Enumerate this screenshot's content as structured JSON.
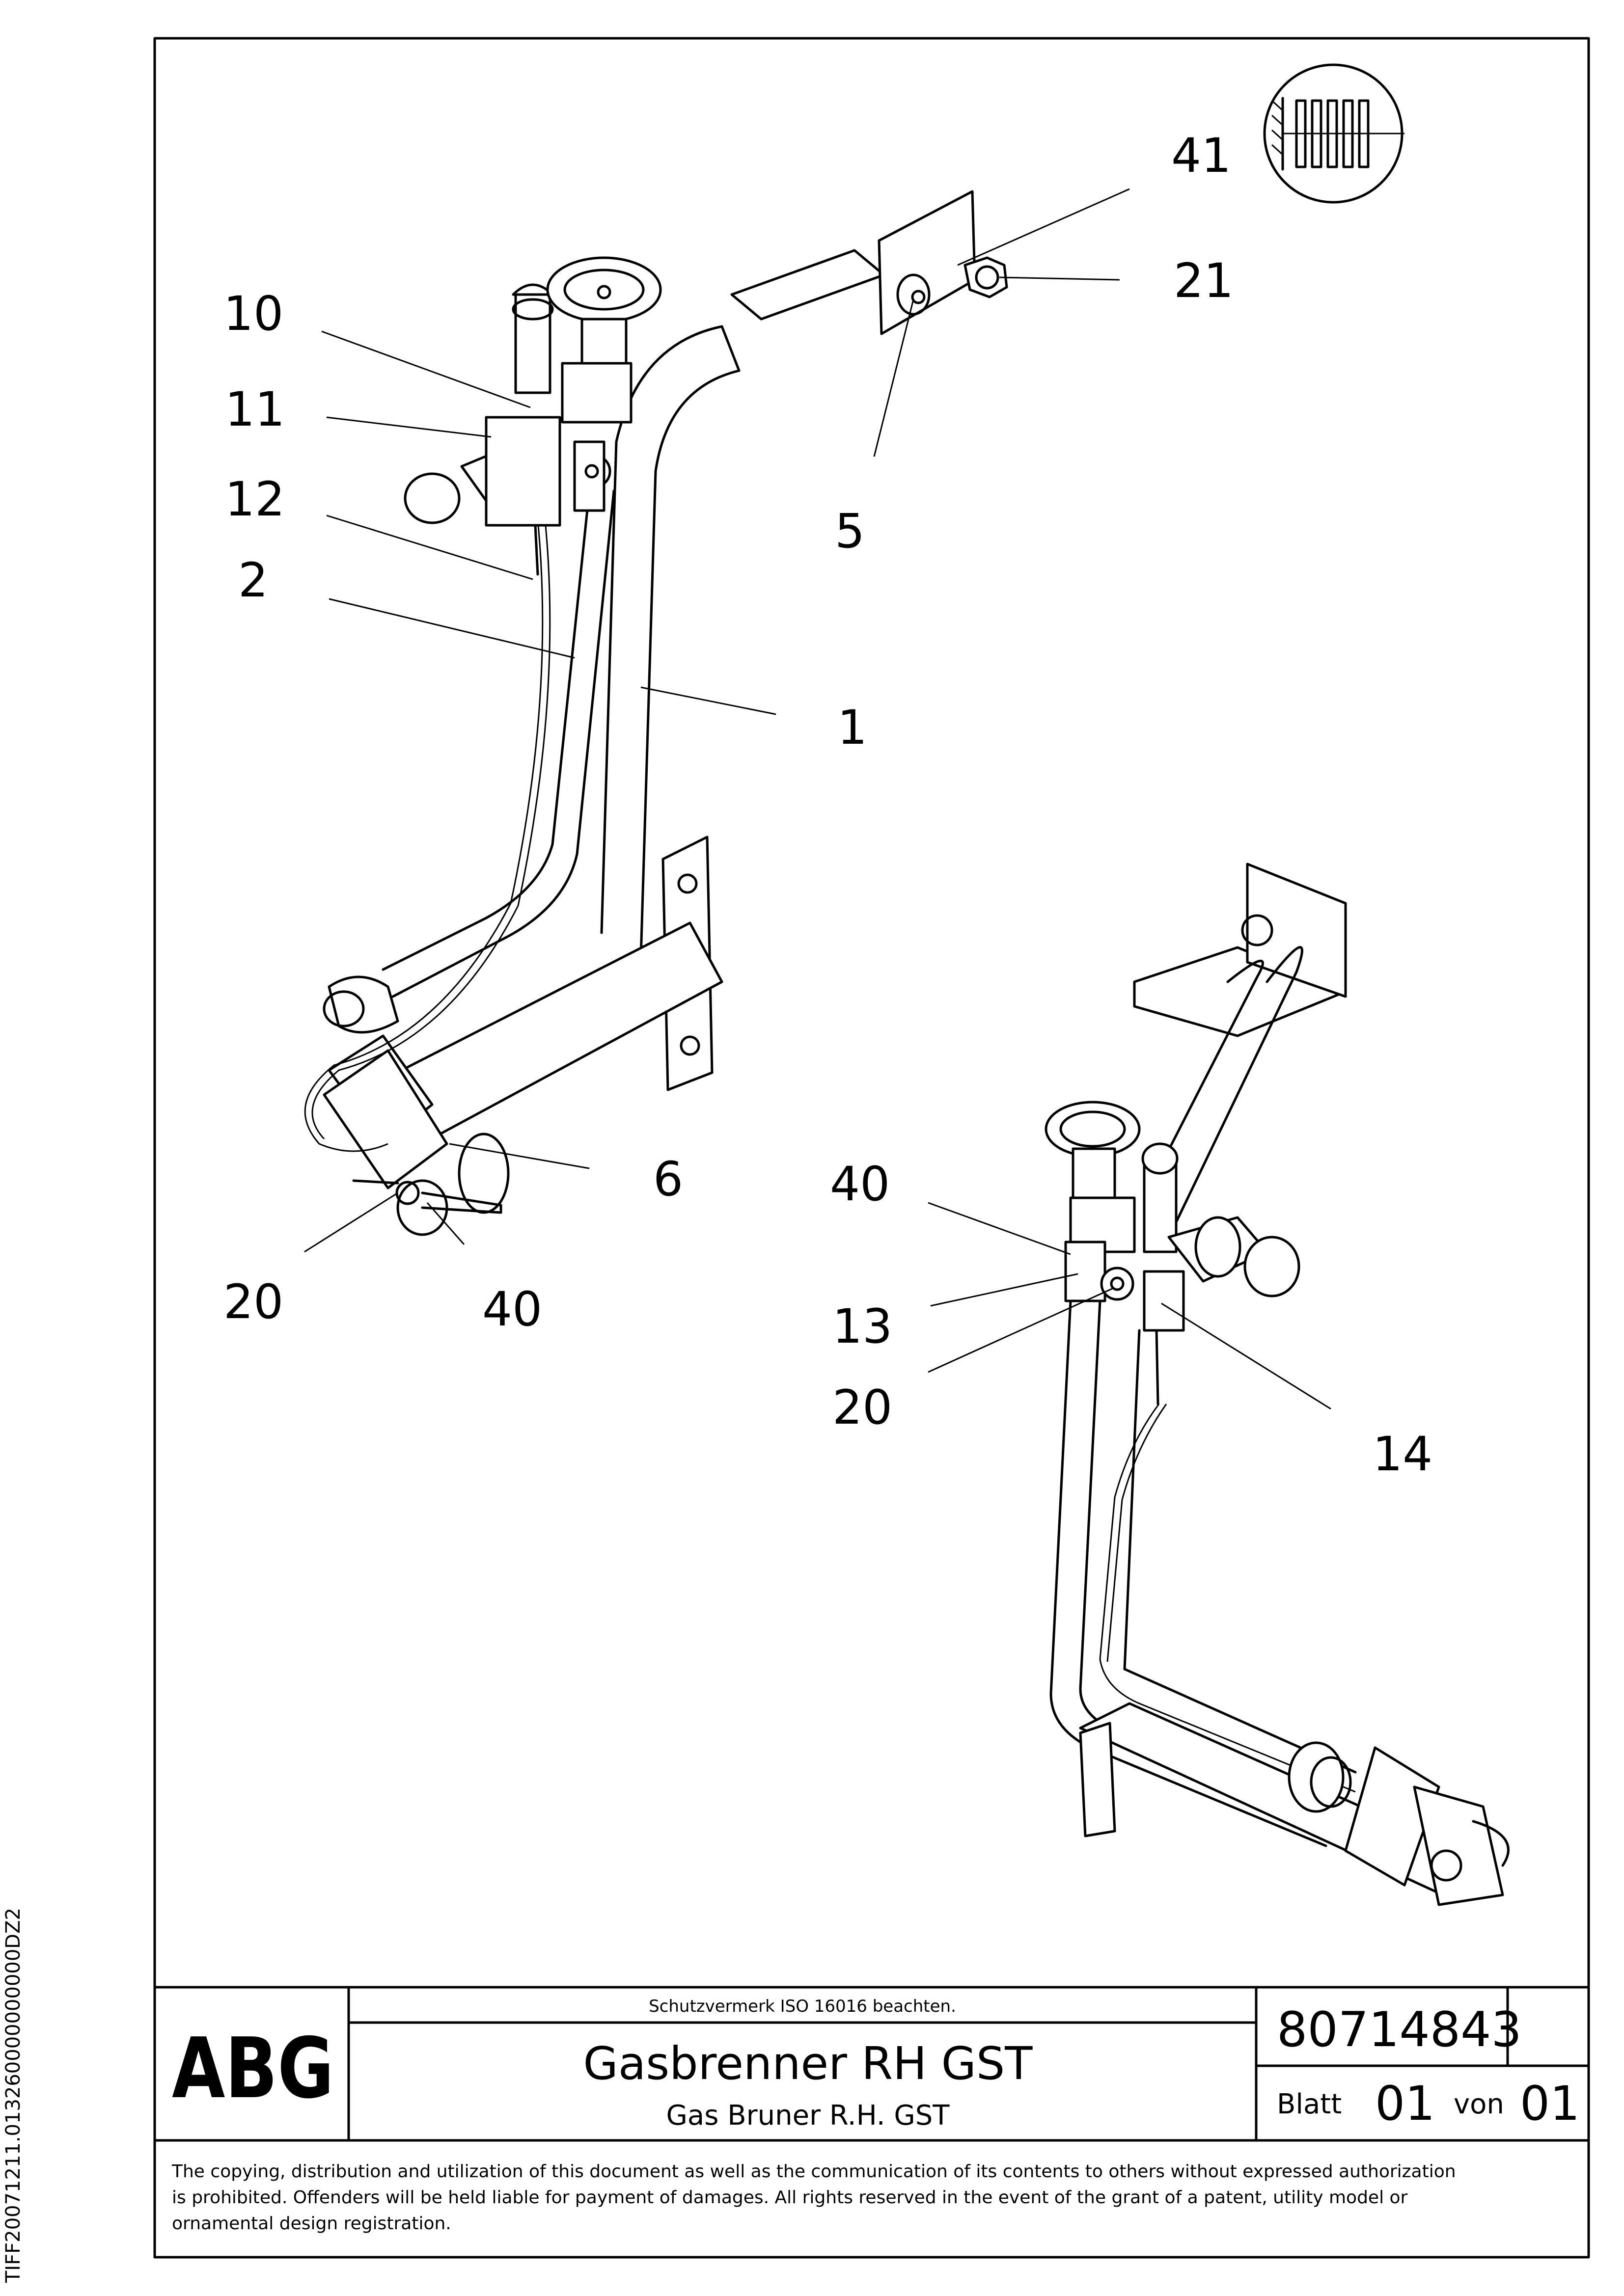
{
  "side_code": "TIFF20071211.013260000000000DZ2",
  "callouts": {
    "c1": "1",
    "c2": "2",
    "c5": "5",
    "c6": "6",
    "c10": "10",
    "c11": "11",
    "c12": "12",
    "c13": "13",
    "c14": "14",
    "c20a": "20",
    "c20b": "20",
    "c21": "21",
    "c40a": "40",
    "c40b": "40",
    "c41": "41"
  },
  "title_block": {
    "logo": "ABG",
    "protection_note": "Schutzvermerk ISO 16016 beachten.",
    "title": "Gasbrenner RH GST",
    "subtitle": "Gas Bruner R.H. GST",
    "drawing_number": "80714843",
    "sheet_label": "Blatt",
    "sheet_number": "01",
    "of_label": "von",
    "sheet_total": "01"
  },
  "copyright": {
    "line1": "The copying, distribution and utilization of this document as well as the communication of its contents to others without expressed authorization",
    "line2": "is prohibited. Offenders will be held liable for payment of damages. All rights reserved in the event of the grant of a patent, utility model or",
    "line3": "ornamental design registration."
  }
}
